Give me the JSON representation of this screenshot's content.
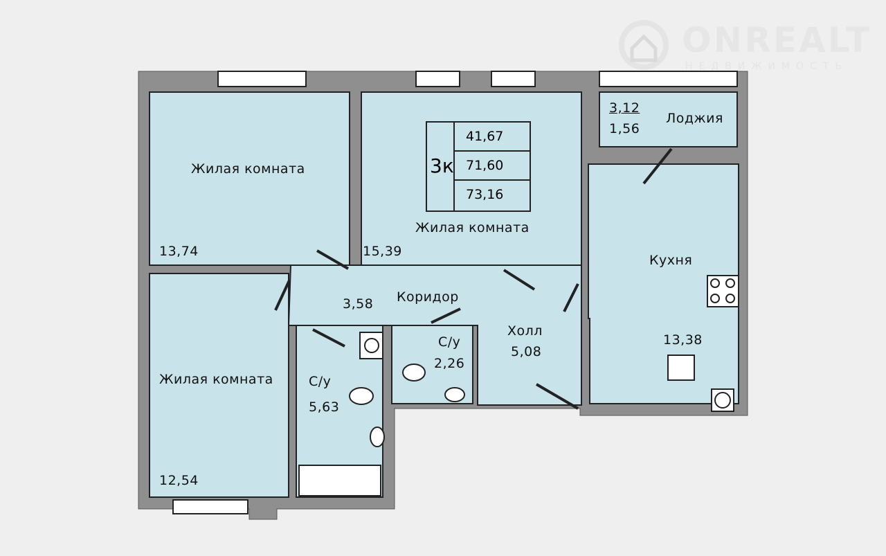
{
  "logo": {
    "name": "ONREALT",
    "tagline": "НЕДВИЖИМОСТЬ"
  },
  "apartment": {
    "type": "3к",
    "living_area": "41,67",
    "total_area": "71,60",
    "total_with_loggia": "73,16"
  },
  "rooms": [
    {
      "name": "Жилая комната",
      "area": "13,74"
    },
    {
      "name": "Жилая комната",
      "area": "15,39"
    },
    {
      "name": "Жилая комната",
      "area": "12,54"
    },
    {
      "name": "Лоджия",
      "area": "3,12",
      "area_reduced": "1,56"
    },
    {
      "name": "Кухня",
      "area": "13,38"
    },
    {
      "name": "Коридор",
      "area": "3,58"
    },
    {
      "name": "Холл",
      "area": "5,08"
    },
    {
      "name": "С/у",
      "area": "5,63"
    },
    {
      "name": "С/у",
      "area": "2,26"
    }
  ],
  "colors": {
    "wall": "#8f8f8f",
    "floor": "#c8e4ea",
    "background": "#efefef"
  }
}
